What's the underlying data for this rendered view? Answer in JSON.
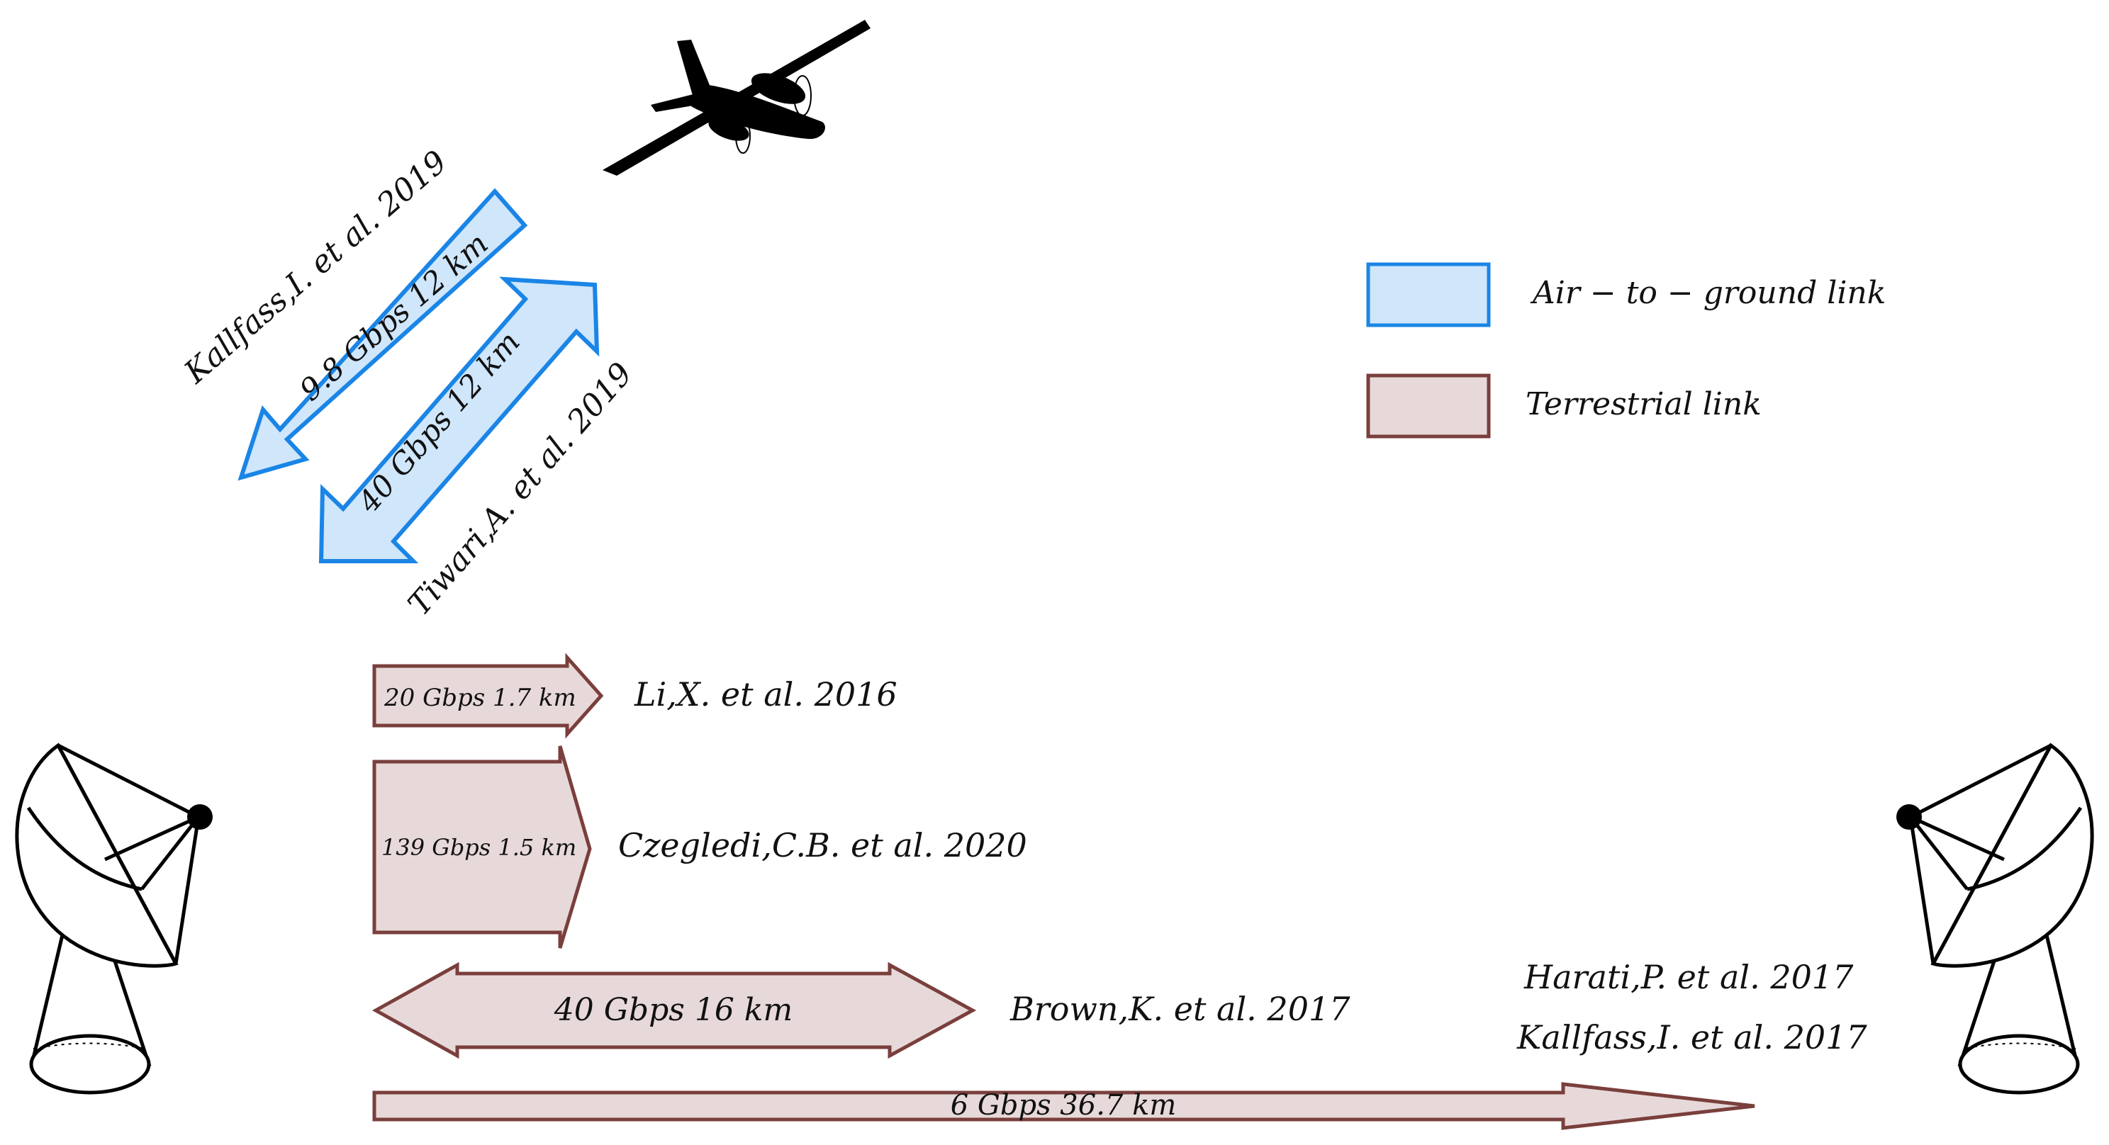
{
  "legend": {
    "air_to_ground": {
      "label": "Air − to − ground link",
      "fill": "#cfe6fb",
      "stroke": "#1a85e6"
    },
    "terrestrial": {
      "label": "Terrestrial link",
      "fill": "#e7d9d9",
      "stroke": "#7a3f3c"
    }
  },
  "air_links": [
    {
      "label": "9.8 Gbps  12 km",
      "ref": "Kallfass,I. et al. 2019"
    },
    {
      "label": "40 Gbps  12 km",
      "ref": "Tiwari,A. et al. 2019"
    }
  ],
  "terrestrial_links": [
    {
      "label": "20 Gbps  1.7 km",
      "ref": "Li,X. et al. 2016"
    },
    {
      "label": "139 Gbps  1.5 km",
      "ref": "Czegledi,C.B. et al. 2020"
    },
    {
      "label": "40 Gbps  16 km",
      "ref": "Brown,K. et al. 2017"
    },
    {
      "label": "6 Gbps  36.7 km",
      "ref_lines": [
        "Harati,P. et al. 2017",
        "Kallfass,I. et al. 2017"
      ]
    }
  ],
  "icons": [
    "airplane-icon",
    "satellite-dish-left-icon",
    "satellite-dish-right-icon"
  ]
}
